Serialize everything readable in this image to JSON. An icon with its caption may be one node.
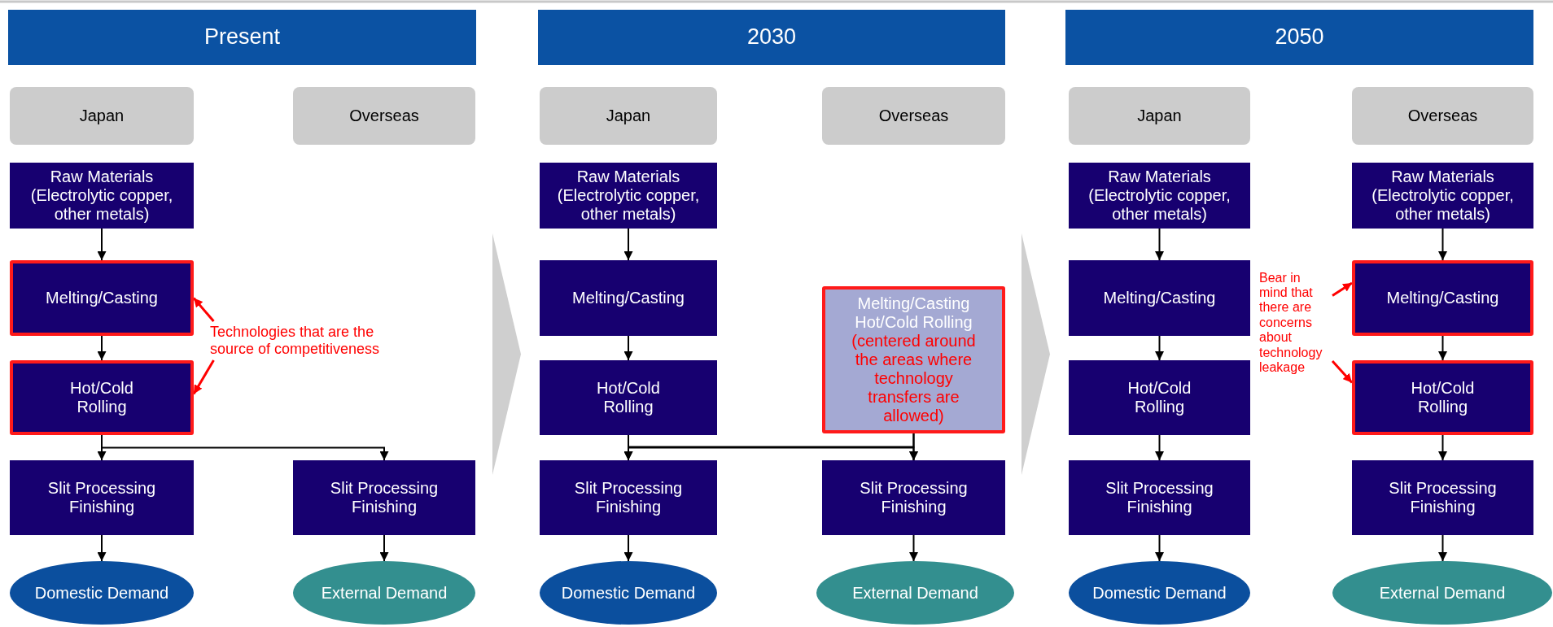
{
  "diagram": {
    "nodes": [
      {
        "text": [
          "Present"
        ]
      },
      {
        "text": [
          "Japan"
        ]
      },
      {
        "text": [
          "Overseas"
        ]
      },
      {
        "text": [
          "Raw Materials (Electrolytic copper, other metals)"
        ]
      },
      {
        "text": [
          "Melting/Casting"
        ]
      },
      {
        "text": [
          "Hot/Cold Rolling"
        ]
      },
      {
        "text": [
          "Slit Processing Finishing"
        ]
      },
      {
        "text": [
          "Domestic Demand"
        ]
      },
      {
        "text": [
          "Slit Processing Finishing"
        ]
      },
      {
        "text": [
          "External Demand"
        ]
      },
      {
        "text": [
          "Technologies that are the source of competitiveness"
        ]
      },
      {
        "text": [
          "2030"
        ]
      },
      {
        "text": [
          "Japan"
        ]
      },
      {
        "text": [
          "Overseas"
        ]
      },
      {
        "text": [
          "Raw Materials (Electrolytic copper, other metals)"
        ]
      },
      {
        "text": [
          "Melting/Casting"
        ]
      },
      {
        "text": [
          "Hot/Cold Rolling"
        ]
      },
      {
        "text": [
          "Slit Processing Finishing"
        ]
      },
      {
        "text": [
          "Domestic Demand"
        ]
      },
      {
        "text": [
          "Melting/Casting",
          "Hot/Cold Rolling",
          "(centered around the areas where technology transfers are allowed)"
        ]
      },
      {
        "text": [
          "Slit Processing Finishing"
        ]
      },
      {
        "text": [
          "External Demand"
        ]
      },
      {
        "text": [
          "2050"
        ]
      },
      {
        "text": [
          "Japan"
        ]
      },
      {
        "text": [
          "Overseas"
        ]
      },
      {
        "text": [
          "Raw Materials (Electrolytic copper, other metals)"
        ]
      },
      {
        "text": [
          "Melting/Casting"
        ]
      },
      {
        "text": [
          "Hot/Cold Rolling"
        ]
      },
      {
        "text": [
          "Slit Processing Finishing"
        ]
      },
      {
        "text": [
          "Domestic Demand"
        ]
      },
      {
        "text": [
          "Bear in mind that there are concerns about technology leakage"
        ]
      },
      {
        "text": [
          "Raw Materials (Electrolytic copper, other metals)"
        ]
      },
      {
        "text": [
          "Melting/Casting"
        ]
      },
      {
        "text": [
          "Hot/Cold Rolling"
        ]
      },
      {
        "text": [
          "Slit Processing Finishing"
        ]
      },
      {
        "text": [
          "External Demand"
        ]
      },
      {
        "text": [],
        "shape": "chevron"
      },
      {
        "text": [],
        "shape": "chevron"
      }
    ],
    "edges": [
      {
        "from": 3,
        "to": 4,
        "arrow": "to"
      },
      {
        "from": 4,
        "to": 5,
        "arrow": "to"
      },
      {
        "from": 5,
        "to": 6,
        "arrow": "to"
      },
      {
        "from": 5,
        "to": 8,
        "arrow": "to"
      },
      {
        "from": 6,
        "to": 7,
        "arrow": "to"
      },
      {
        "from": 8,
        "to": 9,
        "arrow": "to"
      },
      {
        "from": 10,
        "to": 4,
        "arrow": "to",
        "color": "#ff0000"
      },
      {
        "from": 10,
        "to": 5,
        "arrow": "to",
        "color": "#ff0000"
      },
      {
        "from": 14,
        "to": 15,
        "arrow": "to"
      },
      {
        "from": 15,
        "to": 16,
        "arrow": "to"
      },
      {
        "from": 16,
        "to": 17,
        "arrow": "to"
      },
      {
        "from": 16,
        "to": 20,
        "arrow": "to"
      },
      {
        "from": 19,
        "to": 17,
        "arrow": "to"
      },
      {
        "from": 19,
        "to": 20,
        "arrow": "to"
      },
      {
        "from": 17,
        "to": 18,
        "arrow": "to"
      },
      {
        "from": 20,
        "to": 21,
        "arrow": "to"
      },
      {
        "from": 25,
        "to": 26,
        "arrow": "to"
      },
      {
        "from": 26,
        "to": 27,
        "arrow": "to"
      },
      {
        "from": 27,
        "to": 28,
        "arrow": "to"
      },
      {
        "from": 28,
        "to": 29,
        "arrow": "to"
      },
      {
        "from": 31,
        "to": 32,
        "arrow": "to"
      },
      {
        "from": 32,
        "to": 33,
        "arrow": "to"
      },
      {
        "from": 33,
        "to": 34,
        "arrow": "to"
      },
      {
        "from": 34,
        "to": 35,
        "arrow": "to"
      },
      {
        "from": 30,
        "to": 32,
        "arrow": "to",
        "color": "#ff0000"
      },
      {
        "from": 30,
        "to": 33,
        "arrow": "to",
        "color": "#ff0000"
      }
    ]
  }
}
